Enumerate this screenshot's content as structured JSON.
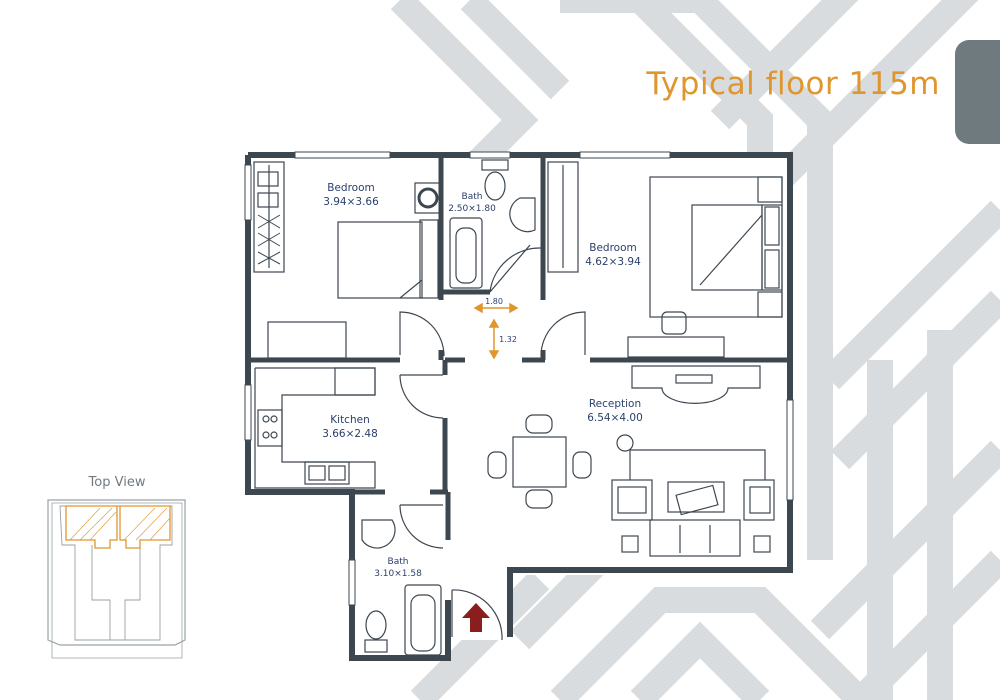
{
  "title": "Typical floor 115m",
  "colors": {
    "accent": "#e0962e",
    "wall": "#3d4750",
    "label": "#2a3f6b",
    "background_pattern": "#d5d8da",
    "side_tab": "#6f7a7f",
    "entrance_arrow": "#8a1d1d"
  },
  "rooms": {
    "bedroom_1": {
      "name": "Bedroom",
      "size": "3.94×3.66"
    },
    "bath_1": {
      "name": "Bath",
      "size": "2.50×1.80"
    },
    "bedroom_2": {
      "name": "Bedroom",
      "size": "4.62×3.94"
    },
    "kitchen": {
      "name": "Kitchen",
      "size": "3.66×2.48"
    },
    "reception": {
      "name": "Reception",
      "size": "6.54×4.00"
    },
    "bath_2": {
      "name": "Bath",
      "size": "3.10×1.58"
    }
  },
  "dimensions": {
    "corridor_width": "1.80",
    "corridor_depth": "1.32"
  },
  "top_view": {
    "label": "Top View"
  },
  "icons": {
    "entrance": "entrance-arrow-icon",
    "tab": "side-tab"
  }
}
